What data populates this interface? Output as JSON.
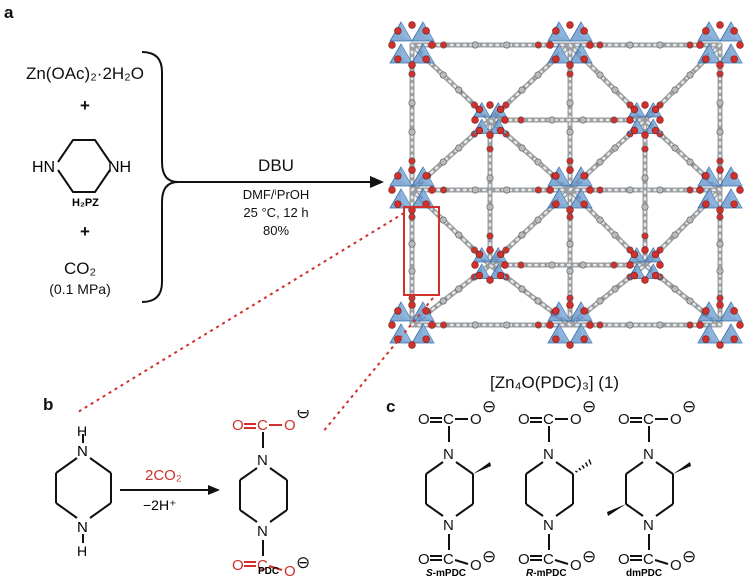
{
  "panels": {
    "a": "a",
    "b": "b",
    "c": "c"
  },
  "reagents": {
    "zinc": "Zn(OAc)₂·2H₂O",
    "plus1": "+",
    "piperazine_hn_left": "HN",
    "piperazine_nh_right": "NH",
    "piperazine_label": "H₂PZ",
    "plus2": "+",
    "co2": "CO₂",
    "co2_pressure": "(0.1 MPa)"
  },
  "conditions": {
    "base": "DBU",
    "solvent": "DMF/ⁱPrOH",
    "temp_time": "25 °C, 12 h",
    "yield": "80%"
  },
  "product_formula": "[Zn₄O(PDC)₃] (1)",
  "reaction_b": {
    "reagent": "2CO₂",
    "byproduct": "−2H⁺",
    "nh_label": "H",
    "n_label": "N",
    "o_label": "O",
    "c_label": "C",
    "charge": "⊖",
    "product_label": "PDC"
  },
  "panel_c": {
    "labels": [
      "S-mPDC",
      "R-mPDC",
      "dmPDC"
    ],
    "prefixes": [
      "S",
      "R",
      ""
    ],
    "suffixes": [
      "-mPDC",
      "-mPDC",
      "dmPDC"
    ]
  },
  "colors": {
    "red": "#d0312d",
    "mof_blue": "#5b8fc7",
    "mof_gray": "#b9bcbf"
  }
}
